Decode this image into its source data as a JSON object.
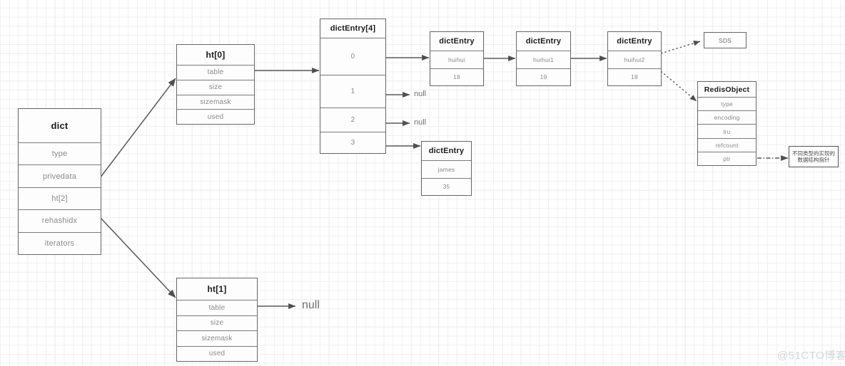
{
  "diagram": {
    "title_watermark": "@51CTO博客",
    "nodes": {
      "dict": {
        "header": "dict",
        "fields": [
          "type",
          "privedata",
          "ht[2]",
          "rehashidx",
          "iterators"
        ]
      },
      "ht0": {
        "header": "ht[0]",
        "fields": [
          "table",
          "size",
          "sizemask",
          "used"
        ]
      },
      "ht1": {
        "header": "ht[1]",
        "fields": [
          "table",
          "size",
          "sizemask",
          "used"
        ]
      },
      "dict_entry_array": {
        "header": "dictEntry[4]",
        "slots": [
          "0",
          "1",
          "2",
          "3"
        ]
      },
      "entry_huihui": {
        "header": "dictEntry",
        "key": "huihui",
        "value": "18"
      },
      "entry_huihui1": {
        "header": "dictEntry",
        "key": "huihui1",
        "value": "19"
      },
      "entry_huihui2": {
        "header": "dictEntry",
        "key": "huihui2",
        "value": "18"
      },
      "entry_james": {
        "header": "dictEntry",
        "key": "james",
        "value": "35"
      },
      "sds": {
        "label": "SDS"
      },
      "redis_object": {
        "header": "RedisObject",
        "fields": [
          "type",
          "encoding",
          "lru",
          "refcount",
          "ptr"
        ]
      },
      "ptr_note": {
        "line1": "不同类型的实现的",
        "line2": "数据结构指针"
      }
    },
    "null_labels": {
      "slot1": "null",
      "slot2": "null",
      "ht1_table": "null"
    },
    "colors": {
      "node_border": "#666666",
      "node_fill": "#fdfdfd",
      "field_text": "#8a8a8a",
      "header_text": "#1b1b1b",
      "edge": "#595959",
      "grid_minor": "#f0f0f0",
      "grid_major": "#e6e6e6",
      "watermark": "#d3d6da"
    }
  }
}
